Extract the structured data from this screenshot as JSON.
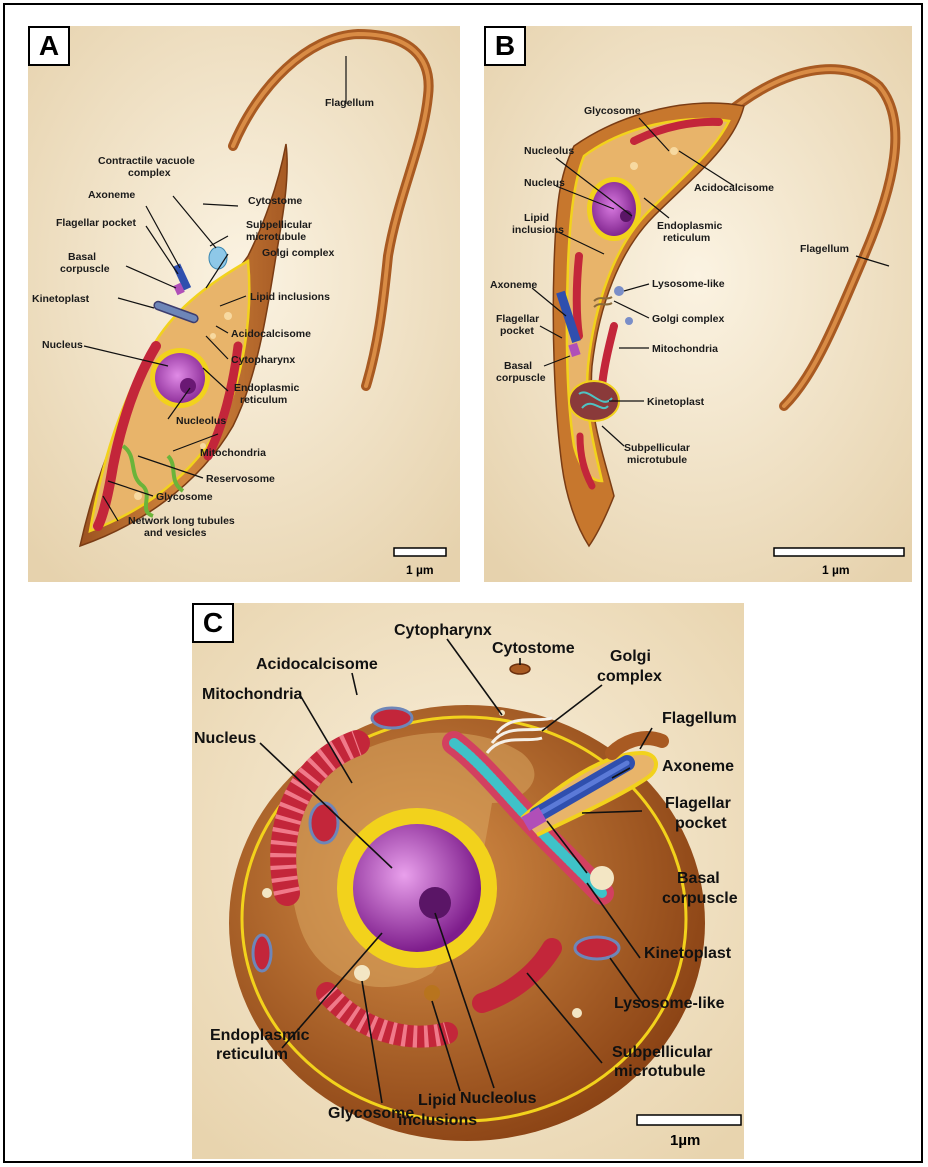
{
  "panels": {
    "a": {
      "letter": "A",
      "scale_bar": "1 µm",
      "labels": {
        "flagellum": "Flagellum",
        "contractile_vacuole_1": "Contractile vacuole",
        "contractile_vacuole_2": "complex",
        "cytostome": "Cytostome",
        "axoneme": "Axoneme",
        "flagellar_pocket": "Flagellar pocket",
        "subpellicular_1": "Subpellicular",
        "subpellicular_2": "microtubule",
        "basal_1": "Basal",
        "basal_2": "corpuscle",
        "golgi": "Golgi complex",
        "kinetoplast": "Kinetoplast",
        "lipid": "Lipid inclusions",
        "acidocalcisome": "Acidocalcisome",
        "nucleus": "Nucleus",
        "cytopharynx": "Cytopharynx",
        "er_1": "Endoplasmic",
        "er_2": "reticulum",
        "nucleolus": "Nucleolus",
        "mitochondria": "Mitochondria",
        "reservosome": "Reservosome",
        "glycosome": "Glycosome",
        "network_1": "Network long tubules",
        "network_2": "and vesicles"
      }
    },
    "b": {
      "letter": "B",
      "scale_bar": "1 µm",
      "labels": {
        "glycosome": "Glycosome",
        "nucleolus": "Nucleolus",
        "acidocalcisome": "Acidocalcisome",
        "nucleus": "Nucleus",
        "er_1": "Endoplasmic",
        "er_2": "reticulum",
        "lipid_1": "Lipid",
        "lipid_2": "inclusions",
        "flagellum": "Flagellum",
        "lysosome": "Lysosome-like",
        "axoneme": "Axoneme",
        "flagellar_pocket_1": "Flagellar",
        "flagellar_pocket_2": "pocket",
        "golgi": "Golgi complex",
        "mitochondria": "Mitochondria",
        "basal_1": "Basal",
        "basal_2": "corpuscle",
        "kinetoplast": "Kinetoplast",
        "subpellicular_1": "Subpellicular",
        "subpellicular_2": "microtubule"
      }
    },
    "c": {
      "letter": "C",
      "scale_bar": "1µm",
      "labels": {
        "cytopharynx": "Cytopharynx",
        "cytostome": "Cytostome",
        "acidocalcisome": "Acidocalcisome",
        "golgi_1": "Golgi",
        "golgi_2": "complex",
        "mitochondria": "Mitochondria",
        "flagellum": "Flagellum",
        "nucleus": "Nucleus",
        "axoneme": "Axoneme",
        "flagellar_pocket_1": "Flagellar",
        "flagellar_pocket_2": "pocket",
        "basal_1": "Basal",
        "basal_2": "corpuscle",
        "kinetoplast": "Kinetoplast",
        "lysosome": "Lysosome-like",
        "er_1": "Endoplasmic",
        "er_2": "reticulum",
        "subpellicular_1": "Subpellicular",
        "subpellicular_2": "microtubule",
        "nucleolus": "Nucleolus",
        "lipid_1": "Lipid",
        "lipid_2": "inclusions",
        "glycosome": "Glycosome"
      }
    }
  },
  "colors": {
    "background": "#efe0c2",
    "membrane": "#f2d21c",
    "cell_body": "#c7772d",
    "nucleus": "#a53bb0",
    "mitochondria": "#c3263a",
    "axoneme": "#2f4fae"
  }
}
